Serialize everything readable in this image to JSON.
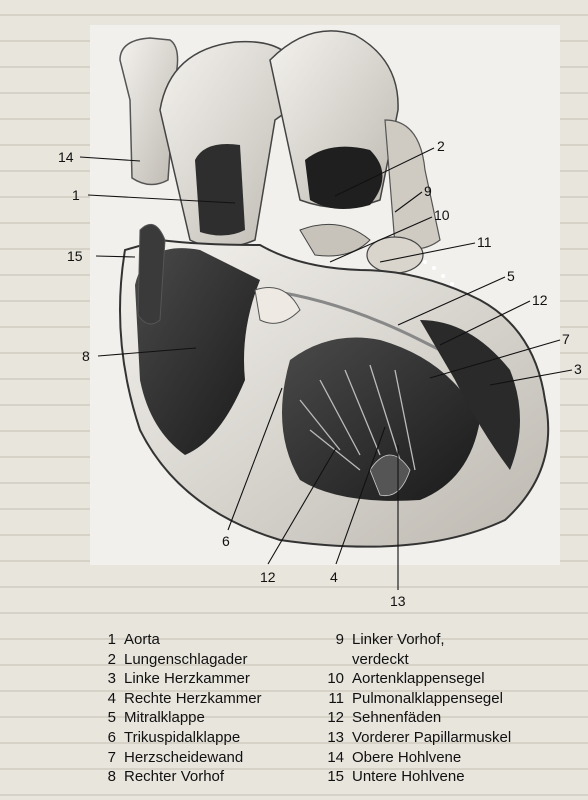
{
  "legend": [
    {
      "num": "1",
      "text": "Aorta"
    },
    {
      "num": "2",
      "text": "Lungenschlagader"
    },
    {
      "num": "3",
      "text": "Linke Herzkammer"
    },
    {
      "num": "4",
      "text": "Rechte Herzkammer"
    },
    {
      "num": "5",
      "text": "Mitralklappe"
    },
    {
      "num": "6",
      "text": "Trikuspidalklappe"
    },
    {
      "num": "7",
      "text": "Herzscheidewand"
    },
    {
      "num": "8",
      "text": "Rechter Vorhof"
    },
    {
      "num": "9",
      "text": "Linker Vorhof,",
      "cont": "verdeckt"
    },
    {
      "num": "10",
      "text": "Aortenklappensegel"
    },
    {
      "num": "11",
      "text": "Pulmonalklappensegel"
    },
    {
      "num": "12",
      "text": "Sehnenfäden"
    },
    {
      "num": "13",
      "text": "Vorderer Papillarmuskel"
    },
    {
      "num": "14",
      "text": "Obere Hohlvene"
    },
    {
      "num": "15",
      "text": "Untere Hohlvene"
    }
  ],
  "callouts": {
    "c14": "14",
    "c1": "1",
    "c15": "15",
    "c8": "8",
    "c2": "2",
    "c9": "9",
    "c10": "10",
    "c11": "11",
    "c5": "5",
    "c12r": "12",
    "c7": "7",
    "c3": "3",
    "c6": "6",
    "c12b": "12",
    "c4": "4",
    "c13": "13"
  }
}
